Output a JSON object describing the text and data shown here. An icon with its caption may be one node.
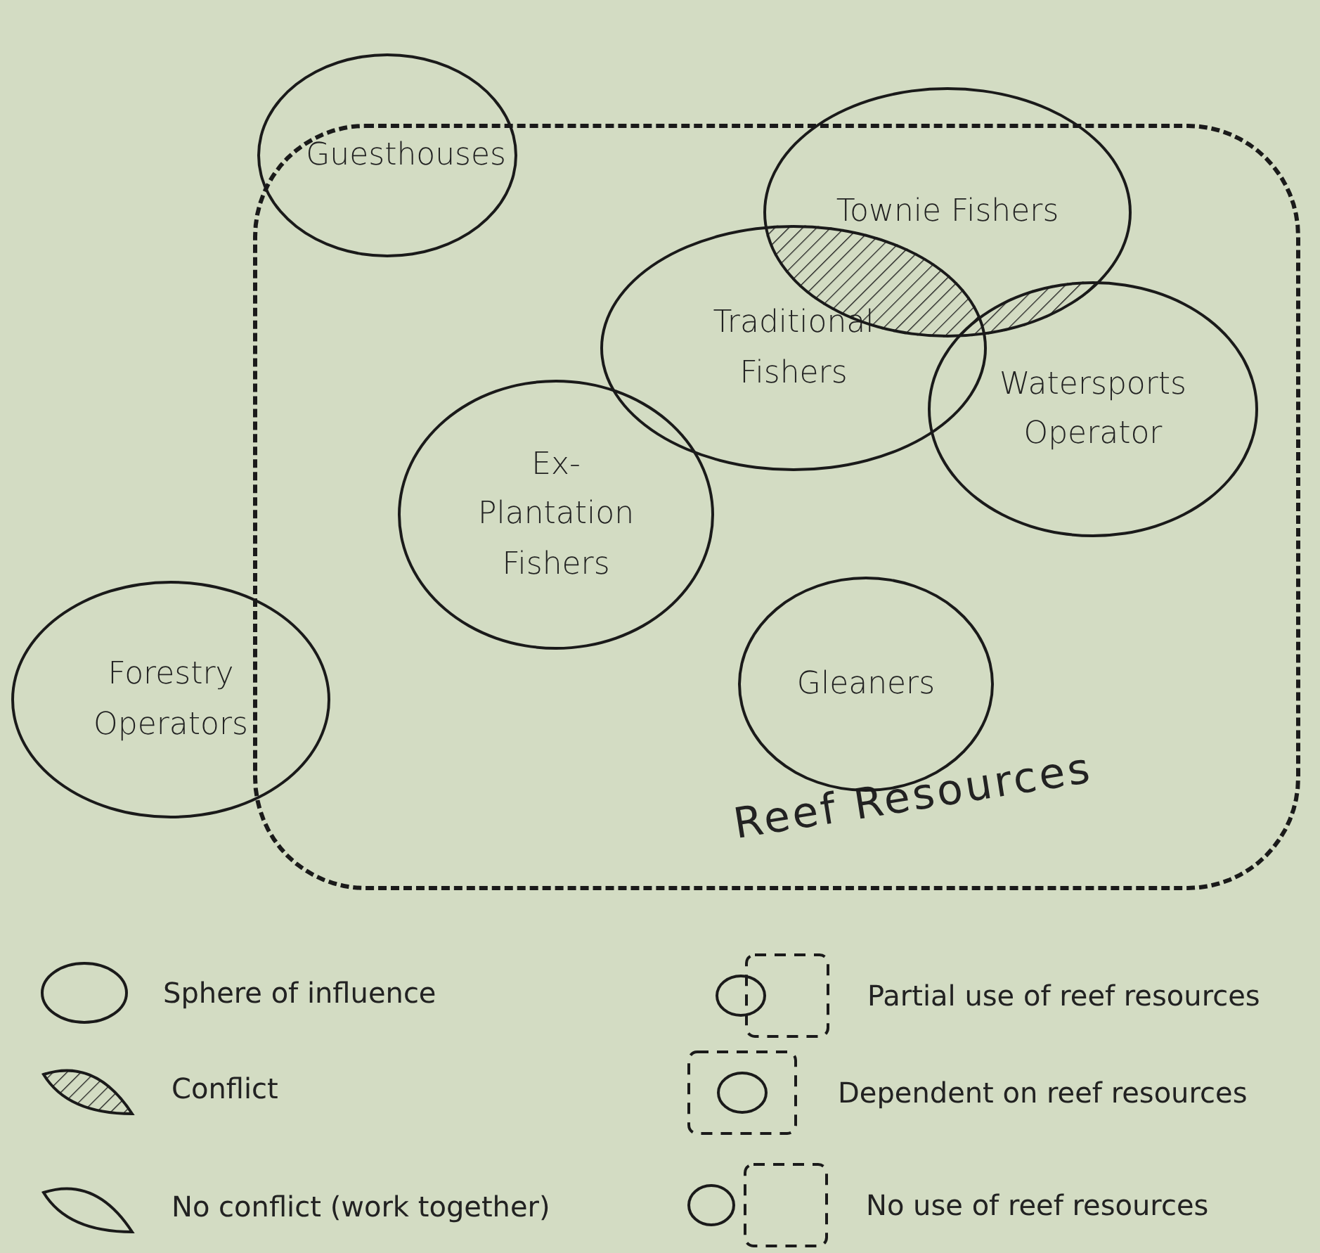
{
  "diagram": {
    "nodes": [
      {
        "text": [
          "Reef Resources"
        ]
      },
      {
        "text": [
          "Guesthouses"
        ]
      },
      {
        "text": [
          "Townie Fishers"
        ]
      },
      {
        "text": [
          "Traditional Fishers"
        ],
        "in": 0
      },
      {
        "text": [
          "Watersports Operator"
        ],
        "in": 0
      },
      {
        "text": [
          "Ex-Plantation Fishers"
        ],
        "in": 0
      },
      {
        "text": [
          "Gleaners"
        ],
        "in": 0
      },
      {
        "text": [
          "Forestry Operators"
        ]
      }
    ],
    "legend": [
      {
        "text": "Sphere of influence"
      },
      {
        "text": "Partial use of reef resources"
      },
      {
        "text": "Conflict"
      },
      {
        "text": "Dependent on reef resources"
      },
      {
        "text": "No conflict (work together)"
      },
      {
        "text": "No use of reef resources"
      }
    ]
  }
}
